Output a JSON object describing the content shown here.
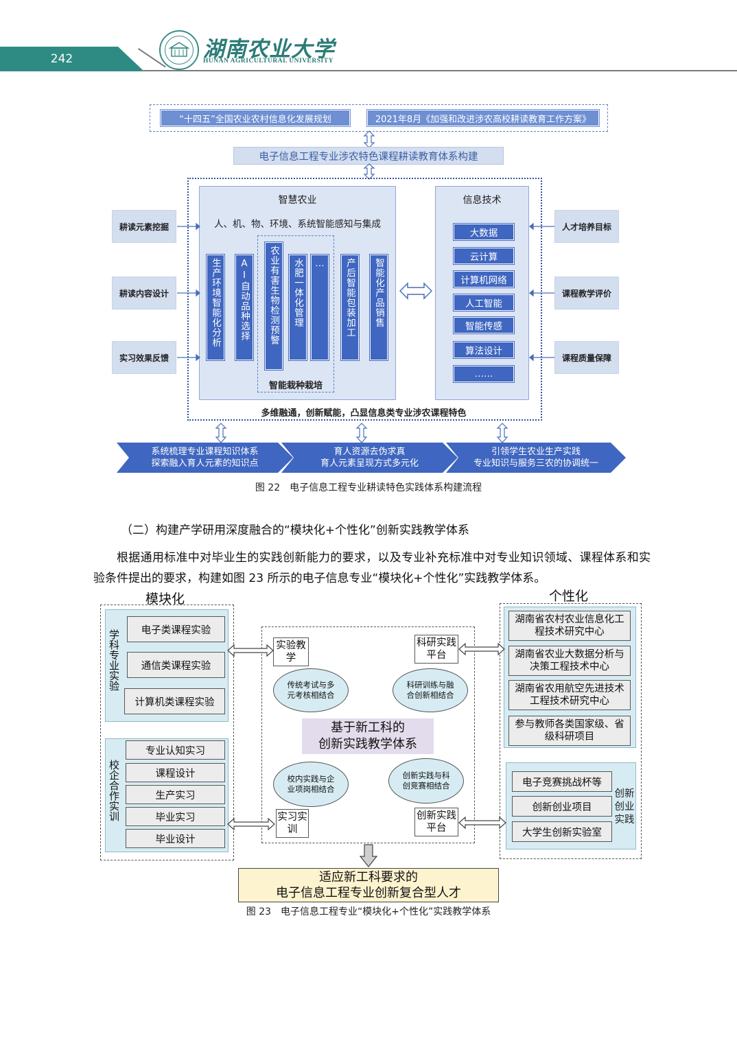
{
  "header": {
    "page_number": "242",
    "university_cn": "湖南农业大学",
    "university_en": "HUNAN AGRICULTURAL UNIVERSITY"
  },
  "fig22": {
    "top_boxes": [
      "“十四五”全国农业农村信息化发展规划",
      "2021年8月《加强和改进涉农高校耕读教育工作方案》"
    ],
    "main_title": "电子信息工程专业涉农特色课程耕读教育体系构建",
    "left_side": [
      "耕读元素挖掘",
      "耕读内容设计",
      "实习效果反馈"
    ],
    "right_side": [
      "人才培养目标",
      "课程教学评价",
      "课程质量保障"
    ],
    "smart_ag": {
      "title": "智慧农业",
      "subtitle": "人、机、物、环境、系统智能感知与集成",
      "bars": [
        "生产环境智能化分析",
        "AI自动品种选择",
        "农业有害生物检测预警",
        "水肥一体化管理",
        "…",
        "产后智能包装加工",
        "智能化产品销售"
      ],
      "group_label": "智能栽种栽培"
    },
    "info_tech": {
      "title": "信息技术",
      "items": [
        "大数据",
        "云计算",
        "计算机网络",
        "人工智能",
        "智能传感",
        "算法设计",
        "……"
      ]
    },
    "footer_text": "多维融通，创新赋能，凸显信息类专业涉农课程特色",
    "chevrons": [
      {
        "line1": "系统梳理专业课程知识体系",
        "line2": "探索融入育人元素的知识点"
      },
      {
        "line1": "育人资源去伪求真",
        "line2": "育人元素呈现方式多元化"
      },
      {
        "line1": "引领学生农业生产实践",
        "line2": "专业知识与服务三农的协调统一"
      }
    ],
    "caption": "图 22　电子信息工程专业耕读特色实践体系构建流程"
  },
  "section": {
    "title": "（二）构建产学研用深度融合的“模块化+个性化”创新实践教学体系",
    "paragraph": "根据通用标准中对毕业生的实践创新能力的要求，以及专业补充标准中对专业知识领域、课程体系和实验条件提出的要求，构建如图 23 所示的电子信息专业“模块化+个性化”实践教学体系。"
  },
  "fig23": {
    "left_title": "模块化",
    "right_title": "个性化",
    "left_group1": {
      "label": "学科专业实验",
      "items": [
        "电子类课程实验",
        "通信类课程实验",
        "计算机类课程实验"
      ]
    },
    "left_group2": {
      "label": "校企合作实训",
      "items": [
        "专业认知实习",
        "课程设计",
        "生产实习",
        "毕业实习",
        "毕业设计"
      ]
    },
    "right_group1": {
      "items": [
        "湖南省农村农业信息化工程技术研究中心",
        "湖南省农业大数据分析与决策工程技术中心",
        "湖南省农用航空先进技术工程技术研究中心",
        "参与教师各类国家级、省级科研项目"
      ]
    },
    "right_group2": {
      "label": "创新创业实践",
      "items": [
        "电子竞赛挑战杯等",
        "创新创业项目",
        "大学生创新实验室"
      ]
    },
    "center": {
      "corners": [
        "实验教学",
        "科研实践平台",
        "实习实训",
        "创新实践平台"
      ],
      "ovals": [
        "传统考试与多元考核相结合",
        "科研训练与融合创新相结合",
        "校内实践与企业项岗相结合",
        "创新实践与科创竞赛相结合"
      ],
      "core_line1": "基于新工科的",
      "core_line2": "创新实践教学体系"
    },
    "result_line1": "适应新工科要求的",
    "result_line2": "电子信息工程专业创新复合型人才",
    "caption": "图 23　电子信息工程专业“模块化+个性化”实践教学体系"
  }
}
